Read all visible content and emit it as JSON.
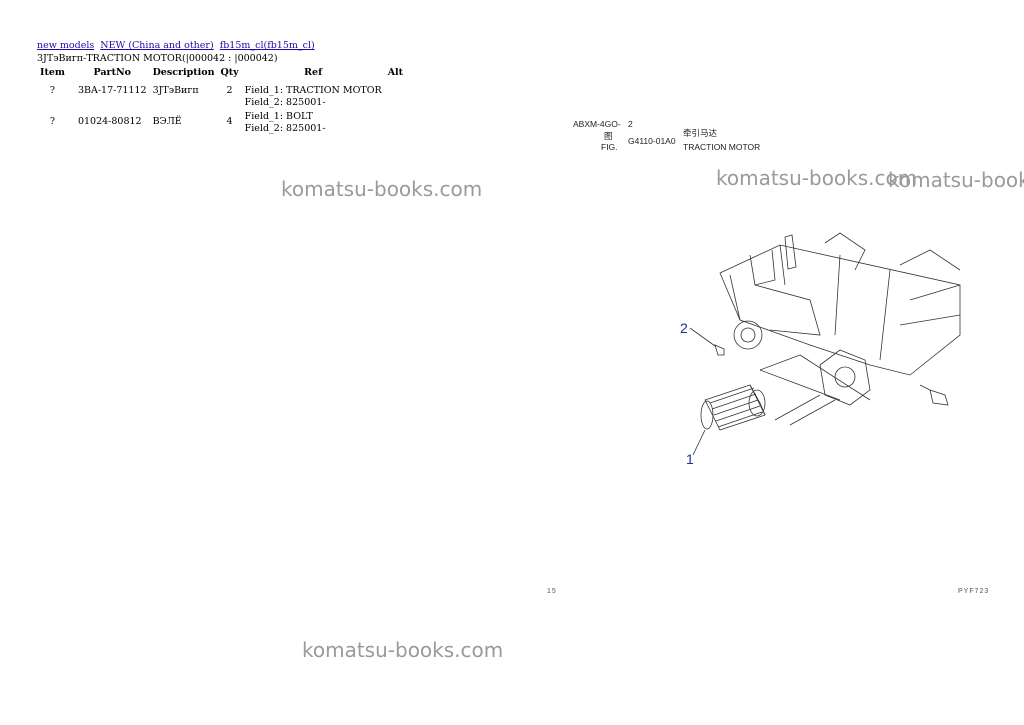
{
  "breadcrumb": {
    "links": [
      "new models",
      "NEW (China and other)",
      "fb15m_cl(fb15m_cl)"
    ]
  },
  "subtitle": "3JTэВигп-TRACTION MOTOR(|000042 : |000042)",
  "table": {
    "headers": [
      "Item",
      "PartNo",
      "Description",
      "Qty",
      "Ref",
      "Alt"
    ],
    "rows": [
      {
        "item": "?",
        "partno": "3BA-17-71112",
        "description": "3JTэВигп",
        "qty": "2",
        "ref1": "Field_1: TRACTION MOTOR",
        "ref2": "Field_2: 825001-",
        "alt": ""
      },
      {
        "item": "?",
        "partno": "01024-80812",
        "description": "BЭЛЁ",
        "qty": "4",
        "ref1": "Field_1: BOLT",
        "ref2": "Field_2: 825001-",
        "alt": ""
      }
    ]
  },
  "watermarks": [
    "komatsu-books.com",
    "komatsu-books.com",
    "komatsu-books.com",
    "komatsu-books.com"
  ],
  "figure": {
    "model": "ABXM-4GO-",
    "model_sub": "图",
    "fig_label": "FIG.",
    "sheet": "2",
    "fig_no": "G4110-01A0",
    "title_cn": "牵引马达",
    "title_en": "TRACTION MOTOR",
    "callouts": [
      "2",
      "1"
    ],
    "page_left": "15",
    "page_right": "PYF723"
  },
  "colors": {
    "link": "#1a0dab",
    "watermark": "#9a9a9a",
    "callout": "#1f2f8f"
  }
}
